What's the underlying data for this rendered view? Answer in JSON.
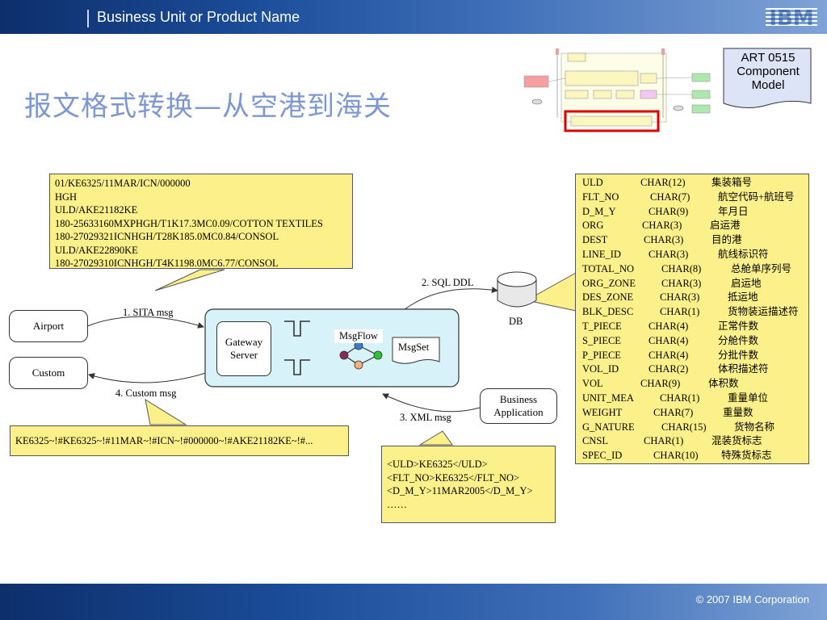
{
  "header": {
    "unit_label": "Business Unit or Product Name",
    "logo": "IBM"
  },
  "footer": {
    "copyright": "© 2007 IBM Corporation"
  },
  "page_title": "报文格式转换—从空港到海关",
  "model_badge": {
    "line1": "ART 0515",
    "line2": "Component",
    "line3": "Model"
  },
  "nodes": {
    "airport": "Airport",
    "custom": "Custom",
    "gateway_line1": "Gateway",
    "gateway_line2": "Server",
    "msgflow": "MsgFlow",
    "msgset": "MsgSet",
    "db": "DB",
    "business_line1": "Business",
    "business_line2": "Application"
  },
  "arrows": {
    "sita": "1. SITA msg",
    "sql": "2. SQL DDL",
    "xml": "3. XML msg",
    "custom": "4. Custom msg"
  },
  "sita_note": [
    "01/KE6325/11MAR/ICN/000000",
    "HGH",
    "ULD/AKE21182KE",
    "180-25633160MXPHGH/T1K17.3MC0.09/COTTON TEXTILES",
    "180-27029321ICNHGH/T28K185.0MC0.84/CONSOL",
    "ULD/AKE22890KE",
    "180-27029310ICNHGH/T4K1198.0MC6.77/CONSOL"
  ],
  "custom_note": "KE6325~!#KE6325~!#11MAR~!#ICN~!#000000~!#AKE21182KE~!#...",
  "xml_note": [
    "<ULD>KE6325</ULD>",
    "<FLT_NO>KE6325</FLT_NO>",
    "<D_M_Y>11MAR2005</D_M_Y>",
    "……"
  ],
  "db_fields": [
    {
      "name": "ULD",
      "type": "CHAR(12)",
      "desc": "集装箱号"
    },
    {
      "name": "FLT_NO",
      "type": "CHAR(7)",
      "desc": "航空代码+航班号"
    },
    {
      "name": "D_M_Y",
      "type": "CHAR(9)",
      "desc": "年月日"
    },
    {
      "name": "ORG",
      "type": "CHAR(3)",
      "desc": "启运港"
    },
    {
      "name": "DEST",
      "type": "CHAR(3)",
      "desc": "目的港"
    },
    {
      "name": "LINE_ID",
      "type": "CHAR(3)",
      "desc": "航线标识符"
    },
    {
      "name": "TOTAL_NO",
      "type": "CHAR(8)",
      "desc": "总舱单序列号"
    },
    {
      "name": "ORG_ZONE",
      "type": "CHAR(3)",
      "desc": "启运地"
    },
    {
      "name": "DES_ZONE",
      "type": "CHAR(3)",
      "desc": "抵运地"
    },
    {
      "name": "BLK_DESC",
      "type": "CHAR(1)",
      "desc": "货物装运描述符"
    },
    {
      "name": "T_PIECE",
      "type": "CHAR(4)",
      "desc": "正常件数"
    },
    {
      "name": "S_PIECE",
      "type": "CHAR(4)",
      "desc": "分舱件数"
    },
    {
      "name": "P_PIECE",
      "type": "CHAR(4)",
      "desc": "分批件数"
    },
    {
      "name": "VOL_ID",
      "type": "CHAR(2)",
      "desc": "体积描述符"
    },
    {
      "name": "VOL",
      "type": "CHAR(9)",
      "desc": "体积数"
    },
    {
      "name": "UNIT_MEA",
      "type": "CHAR(1)",
      "desc": "重量单位"
    },
    {
      "name": "WEIGHT",
      "type": "CHAR(7)",
      "desc": "重量数"
    },
    {
      "name": "G_NATURE",
      "type": "CHAR(15)",
      "desc": "货物名称"
    },
    {
      "name": "CNSL",
      "type": "CHAR(1)",
      "desc": "混装货标志"
    },
    {
      "name": "SPEC_ID",
      "type": "CHAR(10)",
      "desc": "特殊货标志"
    }
  ],
  "colors": {
    "accent_blue": "#7d96d4",
    "note_yellow": "#fbf08a",
    "gateway_fill": "#d8f2fa",
    "highlight_red": "#e00000"
  }
}
